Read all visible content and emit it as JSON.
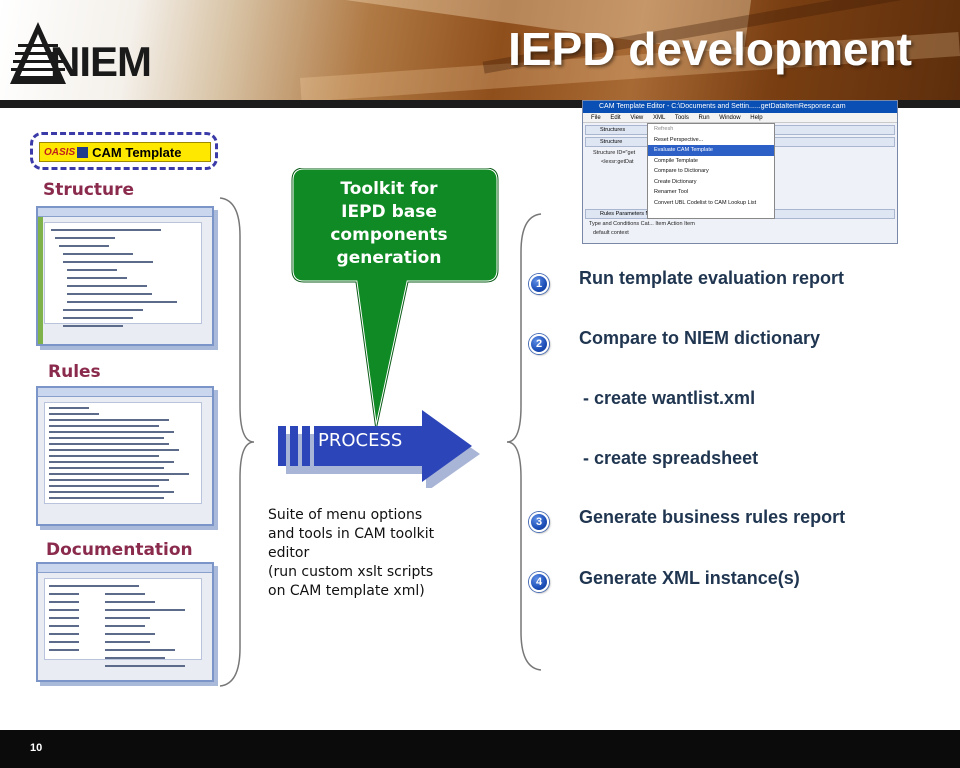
{
  "header": {
    "title": "IEPD development",
    "logo_text": "NIEM"
  },
  "badge": {
    "oasis": "OASIS",
    "label": "CAM Template"
  },
  "sections": {
    "structure": "Structure",
    "rules": "Rules",
    "documentation": "Documentation"
  },
  "callout": {
    "text_line1": "Toolkit for",
    "text_line2": "IEPD base",
    "text_line3": "components",
    "text_line4": "generation"
  },
  "process": {
    "label": "PROCESS"
  },
  "suite": {
    "line1": "Suite of menu options",
    "line2": "and tools in CAM toolkit",
    "line3": "editor",
    "line4": "(run custom xslt scripts",
    "line5": "on CAM template xml)"
  },
  "steps": [
    {
      "number": "1",
      "text": "Run template evaluation report"
    },
    {
      "number": "2",
      "text": "Compare to NIEM dictionary"
    },
    {
      "number": "3",
      "text": "Generate business rules report"
    },
    {
      "number": "4",
      "text": "Generate XML instance(s)"
    }
  ],
  "sub_steps": [
    "- create wantlist.xml",
    "- create spreadsheet"
  ],
  "screenshot": {
    "title": "CAM Template Editor - C:\\Documents and Settin......getDataItemResponse.cam",
    "menus": [
      "File",
      "Edit",
      "View",
      "XML",
      "Tools",
      "Run",
      "Window",
      "Help"
    ],
    "menu_items": [
      "Refresh",
      "Reset Perspective...",
      "Evaluate CAM Template",
      "Compile Template",
      "Compare to Dictionary",
      "Create Dictionary",
      "Renamer Tool",
      "Convert UBL Codelist to CAM Lookup List"
    ],
    "panel_structures": "Structures",
    "panel_structure": "Structure",
    "panel_rules": "Rules  Parameters  Namespaces  Console",
    "columns": "Type and Conditions     Cat...   Item         Action      Item",
    "tree_root": "Structure ID=\"get",
    "tree_child": "<lexsr:getDat",
    "context": "default context"
  },
  "footer": {
    "page_number": "10"
  }
}
